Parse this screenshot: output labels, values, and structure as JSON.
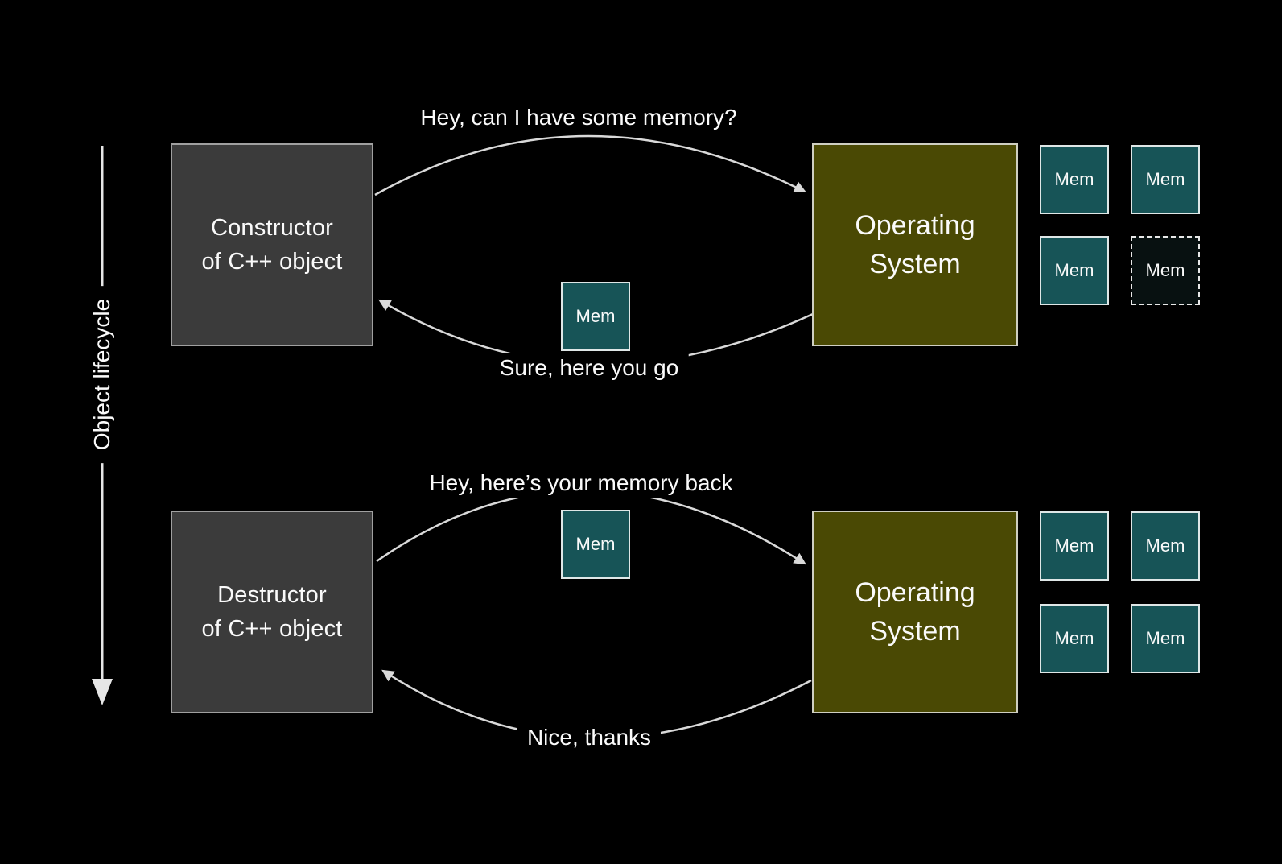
{
  "colors": {
    "background": "#000000",
    "actor_box": "#3b3b3b",
    "actor_box_border": "#a0a0a0",
    "os_box": "#4a4904",
    "os_box_border": "#cfcfc2",
    "mem_box": "#175457",
    "mem_box_border": "#dfe7e7",
    "mem_box_handed_out": "#081111",
    "arrow_stroke": "#d9d9d9",
    "text": "#fafafa"
  },
  "lifecycle_axis": {
    "label": "Object lifecycle"
  },
  "allocation_flow": {
    "actor": {
      "line1": "Constructor",
      "line2": "of C++ object"
    },
    "os": {
      "line1": "Operating",
      "line2": "System"
    },
    "request_message": "Hey, can I have some memory?",
    "response_message": "Sure, here you go",
    "transfer_block": {
      "label": "Mem"
    },
    "os_memory_pool": {
      "cells": [
        {
          "label": "Mem",
          "state": "available"
        },
        {
          "label": "Mem",
          "state": "available"
        },
        {
          "label": "Mem",
          "state": "available"
        },
        {
          "label": "Mem",
          "state": "handed-out"
        }
      ]
    }
  },
  "deallocation_flow": {
    "actor": {
      "line1": "Destructor",
      "line2": "of C++ object"
    },
    "os": {
      "line1": "Operating",
      "line2": "System"
    },
    "request_message": "Hey, here’s your memory back",
    "response_message": "Nice, thanks",
    "transfer_block": {
      "label": "Mem"
    },
    "os_memory_pool": {
      "cells": [
        {
          "label": "Mem",
          "state": "available"
        },
        {
          "label": "Mem",
          "state": "available"
        },
        {
          "label": "Mem",
          "state": "available"
        },
        {
          "label": "Mem",
          "state": "available"
        }
      ]
    }
  }
}
